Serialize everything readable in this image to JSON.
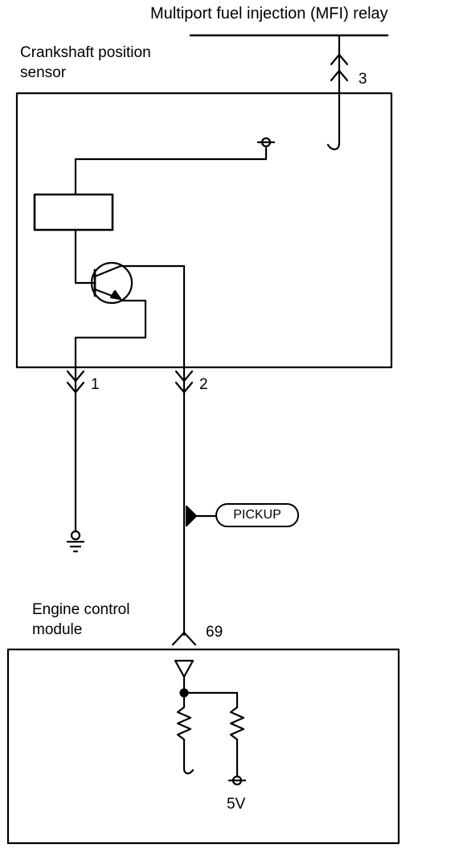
{
  "relay": {
    "label": "Multiport fuel injection (MFI) relay"
  },
  "sensor": {
    "label_line1": "Crankshaft position",
    "label_line2": "sensor"
  },
  "pins": {
    "pin3": "3",
    "pin1": "1",
    "pin2": "2",
    "pin69": "69"
  },
  "pickup": {
    "label": "PICKUP"
  },
  "ecm": {
    "label_line1": "Engine control",
    "label_line2": "module",
    "supply": "5V"
  }
}
